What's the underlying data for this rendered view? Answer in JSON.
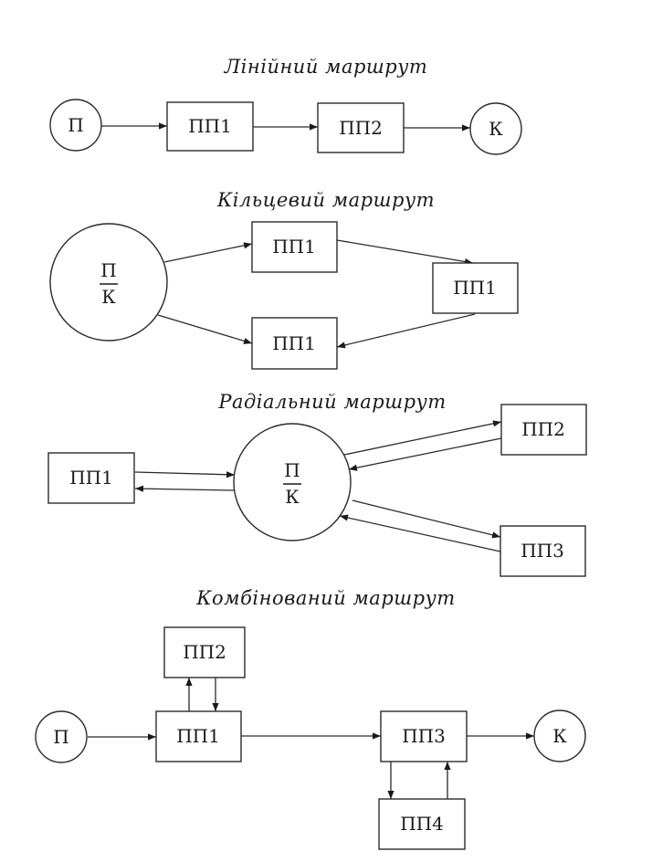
{
  "sections": {
    "linear": {
      "title": "Лінійний маршрут"
    },
    "ring": {
      "title": "Кільцевий маршрут"
    },
    "radial": {
      "title": "Радіальний маршрут"
    },
    "combined": {
      "title": "Комбінований маршрут"
    }
  },
  "nodes": {
    "l_start": "П",
    "l_pp1": "ПП1",
    "l_pp2": "ПП2",
    "l_end": "К",
    "r_hub_top": "П",
    "r_hub_bottom": "К",
    "r_pp_top": "ПП1",
    "r_pp_right": "ПП1",
    "r_pp_bottom": "ПП1",
    "d_hub_top": "П",
    "d_hub_bottom": "К",
    "d_pp1": "ПП1",
    "d_pp2": "ПП2",
    "d_pp3": "ПП3",
    "c_start": "П",
    "c_pp1": "ПП1",
    "c_pp2": "ПП2",
    "c_pp3": "ПП3",
    "c_pp4": "ПП4",
    "c_end": "К"
  }
}
